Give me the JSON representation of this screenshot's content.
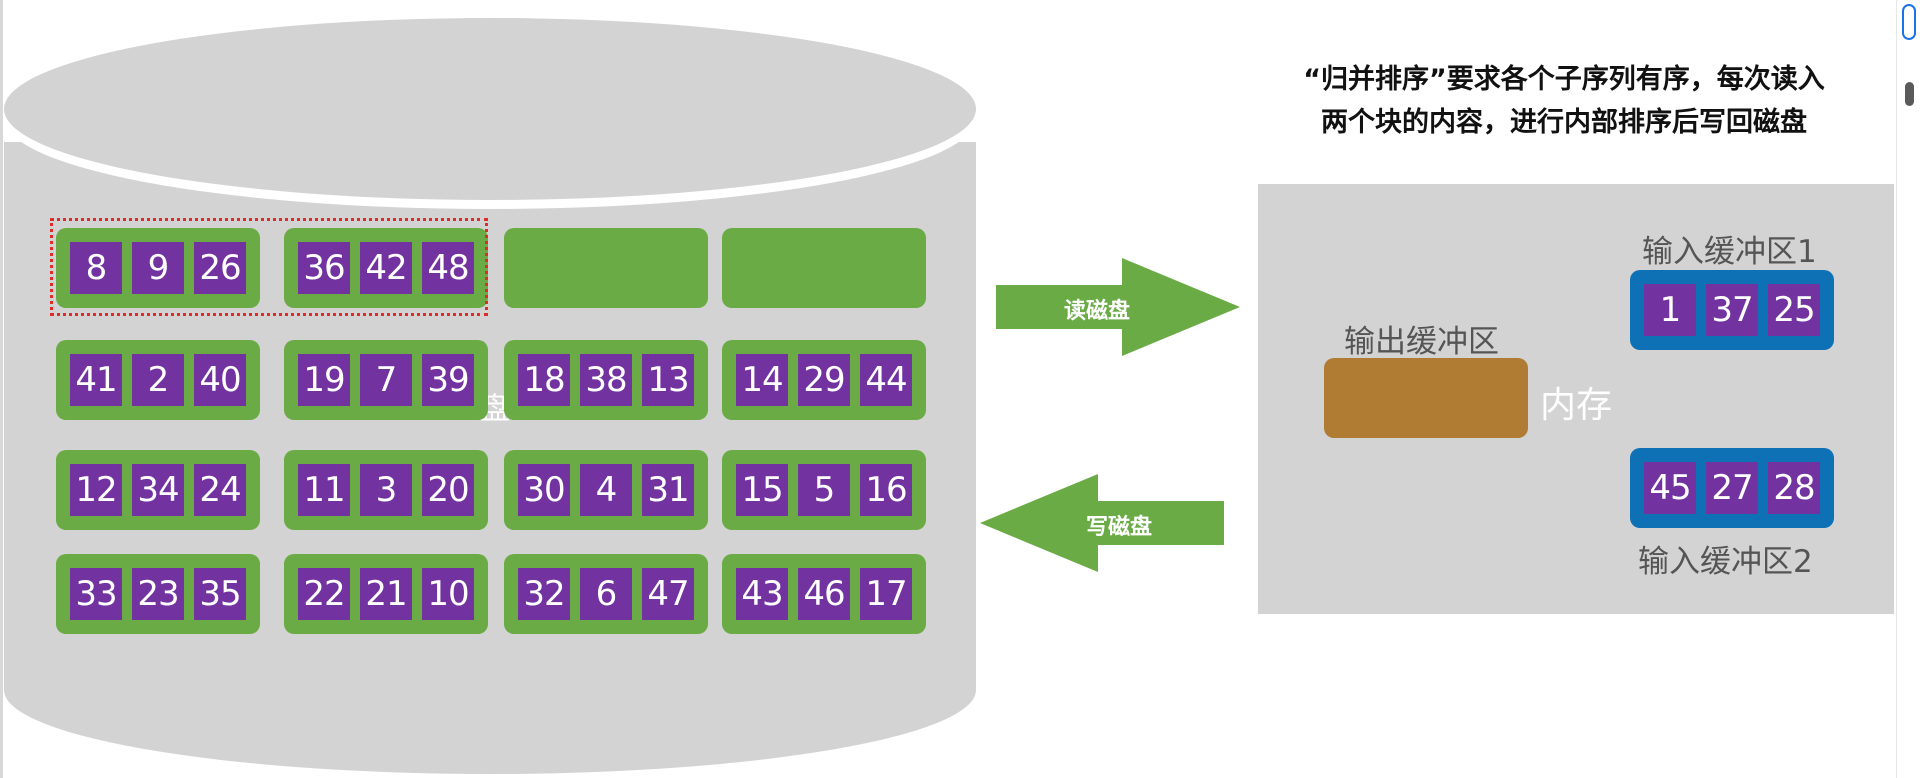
{
  "caption": {
    "line1": "“归并排序”要求各个子序列有序，每次读入",
    "line2": "两个块的内容，进行内部排序后写回磁盘"
  },
  "disk": {
    "hidden_label": "盘",
    "blocks": [
      {
        "id": "r0b0",
        "values": [
          "8",
          "9",
          "26"
        ]
      },
      {
        "id": "r0b1",
        "values": [
          "36",
          "42",
          "48"
        ]
      },
      {
        "id": "r0b2",
        "values": []
      },
      {
        "id": "r0b3",
        "values": []
      },
      {
        "id": "r1b0",
        "values": [
          "41",
          "2",
          "40"
        ]
      },
      {
        "id": "r1b1",
        "values": [
          "19",
          "7",
          "39"
        ]
      },
      {
        "id": "r1b2",
        "values": [
          "18",
          "38",
          "13"
        ]
      },
      {
        "id": "r1b3",
        "values": [
          "14",
          "29",
          "44"
        ]
      },
      {
        "id": "r2b0",
        "values": [
          "12",
          "34",
          "24"
        ]
      },
      {
        "id": "r2b1",
        "values": [
          "11",
          "3",
          "20"
        ]
      },
      {
        "id": "r2b2",
        "values": [
          "30",
          "4",
          "31"
        ]
      },
      {
        "id": "r2b3",
        "values": [
          "15",
          "5",
          "16"
        ]
      },
      {
        "id": "r3b0",
        "values": [
          "33",
          "23",
          "35"
        ]
      },
      {
        "id": "r3b1",
        "values": [
          "22",
          "21",
          "10"
        ]
      },
      {
        "id": "r3b2",
        "values": [
          "32",
          "6",
          "47"
        ]
      },
      {
        "id": "r3b3",
        "values": [
          "43",
          "46",
          "17"
        ]
      }
    ]
  },
  "arrows": {
    "read_label": "读磁盘",
    "write_label": "写磁盘"
  },
  "memory": {
    "label": "内存",
    "output_buffer_label": "输出缓冲区",
    "input_buffer_1_label": "输入缓冲区1",
    "input_buffer_2_label": "输入缓冲区2",
    "input_buffer_1": [
      "1",
      "37",
      "25"
    ],
    "input_buffer_2": [
      "45",
      "27",
      "28"
    ]
  },
  "colors": {
    "disk": "#d3d3d3",
    "block": "#6aab45",
    "cell": "#7232a0",
    "output_buffer": "#b07b32",
    "input_buffer": "#0e70b5",
    "arrow": "#6aab45",
    "selection": "#e02b2b"
  }
}
